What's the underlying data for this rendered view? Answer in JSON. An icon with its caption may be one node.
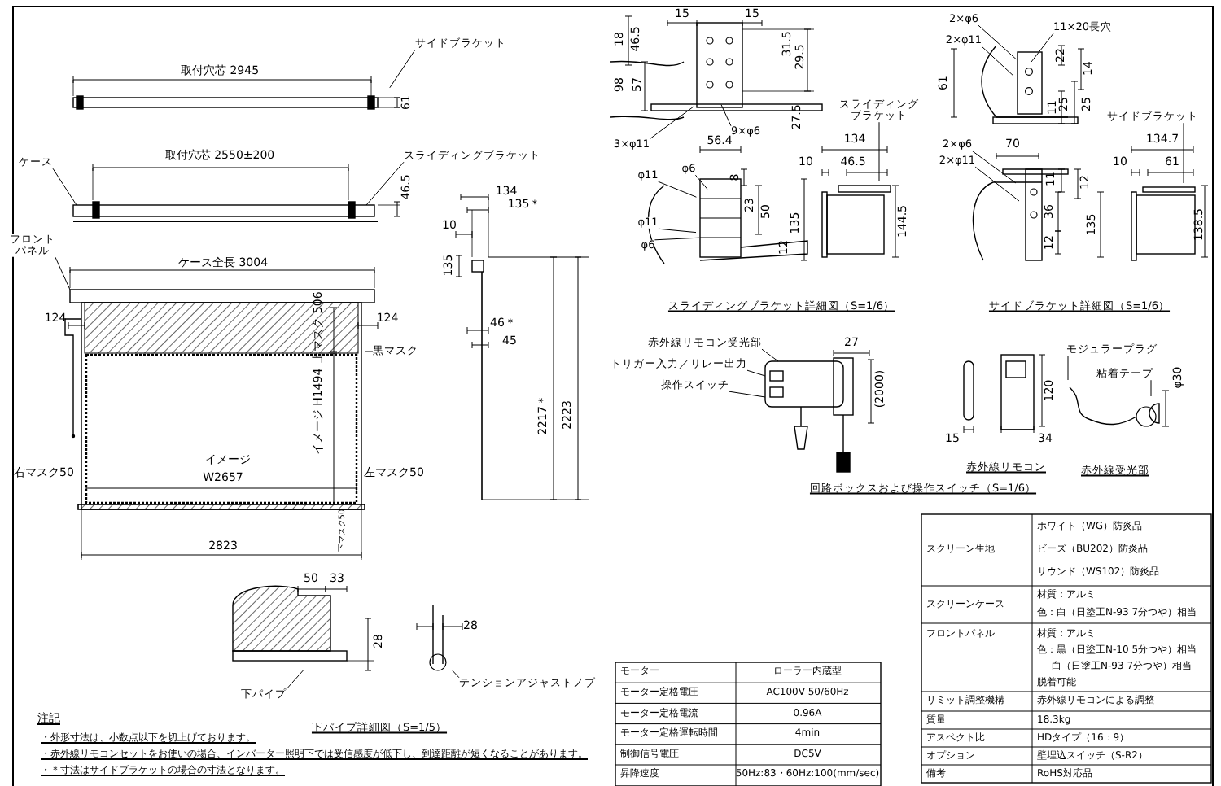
{
  "diagram": {
    "nodes": [
      {
        "text": [
          "サイドブラケット"
        ]
      },
      {
        "text": [
          "ケース"
        ]
      },
      {
        "text": [
          "スライディングブラケット"
        ]
      },
      {
        "text": [
          "フロントパネル"
        ]
      },
      {
        "text": [
          "黒マスク"
        ]
      },
      {
        "text": [
          "3×φ11"
        ]
      },
      {
        "text": [
          "9×φ6"
        ]
      },
      {
        "text": [
          "φ11"
        ]
      },
      {
        "text": [
          "φ6"
        ]
      },
      {
        "text": [
          "φ11"
        ]
      },
      {
        "text": [
          "φ6"
        ]
      },
      {
        "text": [
          "スライディングブラケット"
        ]
      },
      {
        "text": [
          "2×φ6"
        ]
      },
      {
        "text": [
          "2×φ11"
        ]
      },
      {
        "text": [
          "11×20長穴"
        ]
      },
      {
        "text": [
          "2×φ6"
        ]
      },
      {
        "text": [
          "2×φ11"
        ]
      },
      {
        "text": [
          "サイドブラケット"
        ]
      },
      {
        "text": [
          "赤外線リモコン受光部"
        ]
      },
      {
        "text": [
          "トリガー入力／リレー出力"
        ]
      },
      {
        "text": [
          "操作スイッチ"
        ]
      },
      {
        "text": [
          "モジュラープラグ"
        ]
      },
      {
        "text": [
          "粘着テープ"
        ]
      },
      {
        "text": [
          "下パイプ"
        ]
      },
      {
        "text": [
          "テンションアジャストノブ"
        ]
      },
      {
        "text": [],
        "shape": "box"
      },
      {
        "text": [],
        "shape": "box"
      },
      {
        "text": [],
        "shape": "picture"
      },
      {
        "text": [],
        "shape": "picture"
      }
    ],
    "edges": [
      {
        "from": 0,
        "to": null,
        "arrow": "none"
      },
      {
        "from": 1,
        "to": 25,
        "arrow": "none"
      },
      {
        "from": 2,
        "to": 25,
        "arrow": "none"
      },
      {
        "from": 3,
        "to": 26,
        "arrow": "none"
      },
      {
        "from": 4,
        "to": 27,
        "arrow": "none"
      },
      {
        "from": 5,
        "to": null,
        "arrow": "none"
      },
      {
        "from": 6,
        "to": null,
        "arrow": "none"
      },
      {
        "from": 7,
        "to": null,
        "arrow": "none"
      },
      {
        "from": 8,
        "to": null,
        "arrow": "none"
      },
      {
        "from": 9,
        "to": null,
        "arrow": "none"
      },
      {
        "from": 10,
        "to": null,
        "arrow": "none"
      },
      {
        "from": 11,
        "to": null,
        "arrow": "none"
      },
      {
        "from": 12,
        "to": null,
        "arrow": "none"
      },
      {
        "from": 13,
        "to": null,
        "arrow": "none"
      },
      {
        "from": 14,
        "to": null,
        "arrow": "none"
      },
      {
        "from": 15,
        "to": null,
        "arrow": "none"
      },
      {
        "from": 16,
        "to": null,
        "arrow": "none"
      },
      {
        "from": 17,
        "to": null,
        "arrow": "none"
      },
      {
        "from": 18,
        "to": 28,
        "arrow": "none"
      },
      {
        "from": 19,
        "to": 28,
        "arrow": "none"
      },
      {
        "from": 20,
        "to": 28,
        "arrow": "none"
      },
      {
        "from": 21,
        "to": null,
        "arrow": "none"
      },
      {
        "from": 22,
        "to": null,
        "arrow": "none"
      },
      {
        "from": 23,
        "to": null,
        "arrow": "none"
      },
      {
        "from": 24,
        "to": null,
        "arrow": "none"
      }
    ],
    "labels": [
      "取付穴芯 2945",
      "取付穴芯 2550±200",
      "61",
      "46.5",
      "ケース全長 3004",
      "124",
      "124",
      "上マスク 506",
      "イメージ H1494",
      "イメージ",
      "W2657",
      "右マスク50",
      "左マスク50",
      "下マスク50",
      "2823",
      "134",
      "135＊",
      "10",
      "135",
      "46＊",
      "45",
      "2217＊",
      "2223",
      "18",
      "46.5",
      "15",
      "15",
      "31.5",
      "29.5",
      "98",
      "57",
      "27.5",
      "56.4",
      "8",
      "23",
      "50",
      "12",
      "135",
      "134",
      "10",
      "46.5",
      "144.5",
      "スライディングブラケット詳細図（S=1/6）",
      "22",
      "14",
      "61",
      "11",
      "25",
      "25",
      "70",
      "11",
      "12",
      "36",
      "12",
      "134.7",
      "10",
      "61",
      "135",
      "138.5",
      "サイドブラケット詳細図（S=1/6）",
      "27",
      "(2000)",
      "回路ボックスおよび操作スイッチ（S=1/6）",
      "120",
      "15",
      "34",
      "φ30",
      "赤外線リモコン",
      "赤外線受光部",
      "50",
      "33",
      "28",
      "28",
      "下パイプ詳細図（S=1/5）",
      "注記",
      "・外形寸法は、小数点以下を切上げております。",
      "・赤外線リモコンセットをお使いの場合、インバーター照明下では受信感度が低下し、到達距離が短くなることがあります。",
      "・＊寸法はサイドブラケットの場合の寸法となります。",
      "モーター",
      "ローラー内蔵型",
      "モーター定格電圧",
      "AC100V 50/60Hz",
      "モーター定格電流",
      "0.96A",
      "モーター定格運転時間",
      "4min",
      "制御信号電圧",
      "DC5V",
      "昇降速度",
      "50Hz:83・60Hz:100(mm/sec)",
      "スクリーン生地",
      "ホワイト（WG）防炎品",
      "ビーズ（BU202）防炎品",
      "サウンド（WS102）防炎品",
      "スクリーンケース",
      "材質：アルミ",
      "色：白（日塗工N-93 7分つや）相当",
      "フロントパネル",
      "材質：アルミ",
      "色：黒（日塗工N-10 5分つや）相当",
      "白（日塗工N-93 7分つや）相当",
      "脱着可能",
      "リミット調整機構",
      "赤外線リモコンによる調整",
      "質量",
      "18.3kg",
      "アスペクト比",
      "HDタイプ（16：9）",
      "オプション",
      "壁埋込スイッチ（S-R2）",
      "備考",
      "RoHS対応品"
    ]
  }
}
